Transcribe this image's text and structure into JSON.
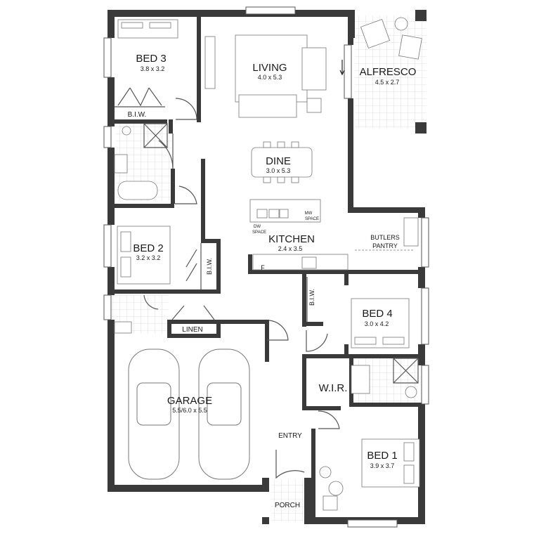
{
  "rooms": {
    "bed3": {
      "name": "BED 3",
      "size": "3.8 x 3.2"
    },
    "living": {
      "name": "LIVING",
      "size": "4.0 x 5.3"
    },
    "alfresco": {
      "name": "ALFRESCO",
      "size": "4.5 x 2.7"
    },
    "biw_top": {
      "name": "B.I.W."
    },
    "dine": {
      "name": "DINE",
      "size": "3.0 x 5.3"
    },
    "kitchen": {
      "name": "KITCHEN",
      "size": "2.4 x 3.5"
    },
    "bed2": {
      "name": "BED 2",
      "size": "3.2 x 3.2"
    },
    "biw_bed2": {
      "name": "B.I.W."
    },
    "butlers": {
      "line1": "BUTLERS",
      "line2": "PANTRY"
    },
    "biw_bed4": {
      "name": "B.I.W."
    },
    "bed4": {
      "name": "BED 4",
      "size": "3.0 x 4.2"
    },
    "linen": {
      "name": "LINEN"
    },
    "garage": {
      "name": "GARAGE",
      "size": "5.5/6.0 x 5.5"
    },
    "wir": {
      "name": "W.I.R."
    },
    "entry": {
      "name": "ENTRY"
    },
    "bed1": {
      "name": "BED 1",
      "size": "3.9 x 3.7"
    },
    "porch": {
      "name": "PORCH"
    }
  },
  "annotations": {
    "dw_line1": "DW",
    "dw_line2": "SPACE",
    "mw_line1": "MW",
    "mw_line2": "SPACE",
    "fridge": "F"
  }
}
